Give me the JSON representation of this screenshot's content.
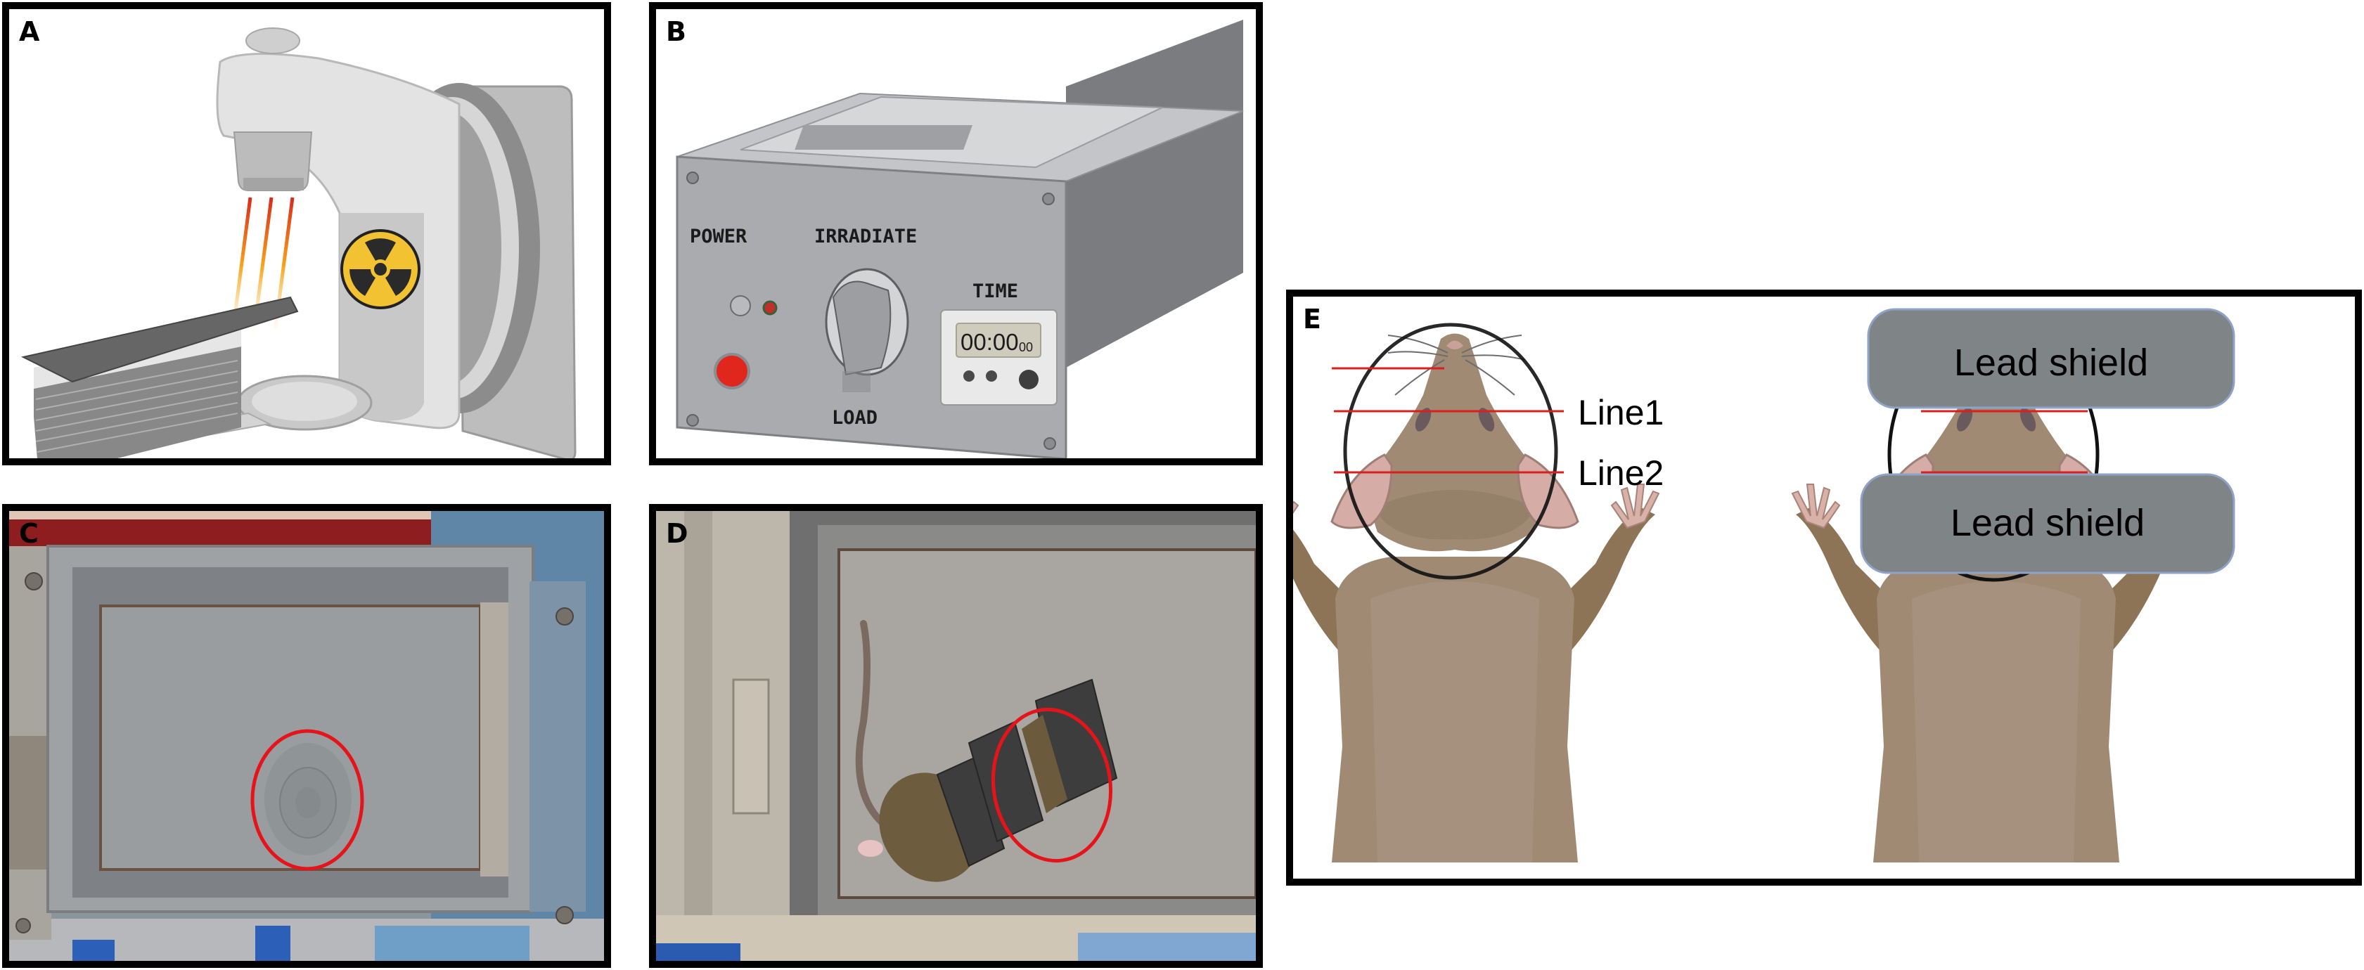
{
  "figure": {
    "panels": [
      {
        "id": "A",
        "label": "A",
        "kind": "illustration",
        "subject": "radiotherapy linear accelerator with treatment couch and radiation-hazard symbol"
      },
      {
        "id": "B",
        "label": "B",
        "kind": "illustration",
        "subject": "bench-top irradiator control box"
      },
      {
        "id": "C",
        "label": "C",
        "kind": "photo",
        "subject": "empty irradiation chamber with target area circled in red"
      },
      {
        "id": "D",
        "label": "D",
        "kind": "photo",
        "subject": "mouse in chamber with lead shields; exposed region circled in red"
      },
      {
        "id": "E",
        "label": "E",
        "kind": "schematic",
        "subject": "mouse head irradiation field with and without lead shields"
      }
    ]
  },
  "panel_a": {
    "label": "A",
    "icons": [
      "radiation-hazard-icon"
    ],
    "colors": {
      "hazard_yellow": "#f2c233",
      "beam_red": "#d92a1c",
      "beam_orange": "#f7a21b"
    }
  },
  "panel_b": {
    "label": "B",
    "power_label": "POWER",
    "irradiate_label": "IRRADIATE",
    "load_label": "LOAD",
    "time_label": "TIME",
    "timer_display_main": "00:00",
    "timer_display_sub": "00",
    "colors": {
      "panel_gray": "#a9abae",
      "button_red": "#e0261d"
    }
  },
  "panel_c": {
    "label": "C",
    "highlight_color": "#e5141b"
  },
  "panel_d": {
    "label": "D",
    "highlight_color": "#e5141b"
  },
  "panel_e": {
    "label": "E",
    "line1_label": "Line1",
    "line2_label": "Line2",
    "shield_top_label": "Lead shield",
    "shield_bottom_label": "Lead shield",
    "colors": {
      "shield": "#7f8587",
      "shield_border": "#8fa3c8",
      "mouse_body": "#a08a74",
      "line_red": "#d9201c",
      "ear_pink": "#d6ada6"
    }
  }
}
